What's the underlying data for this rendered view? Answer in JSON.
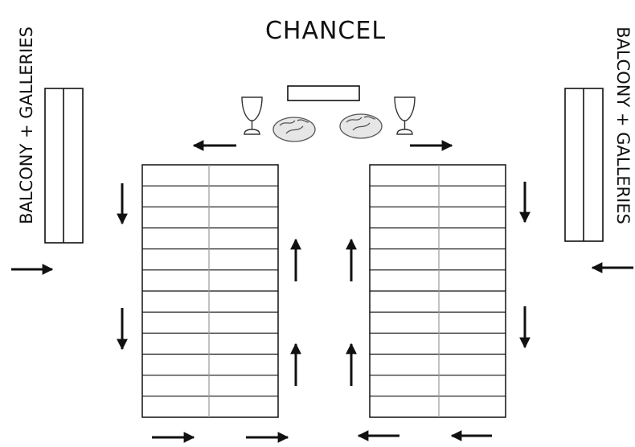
{
  "title": "CHANCEL",
  "left_label": "BALCONY + GALLERIES",
  "right_label": "BALCONY + GALLERIES",
  "icons": [
    "cup-icon",
    "bread-loaf-icon",
    "bread-loaf-icon",
    "cup-icon"
  ],
  "pew_blocks": [
    {
      "side": "left",
      "rows": 12,
      "columns": 2
    },
    {
      "side": "right",
      "rows": 12,
      "columns": 2
    }
  ],
  "colors": {
    "ink": "#111111",
    "pew_divider": "#9a9a9a",
    "background": "#ffffff"
  }
}
